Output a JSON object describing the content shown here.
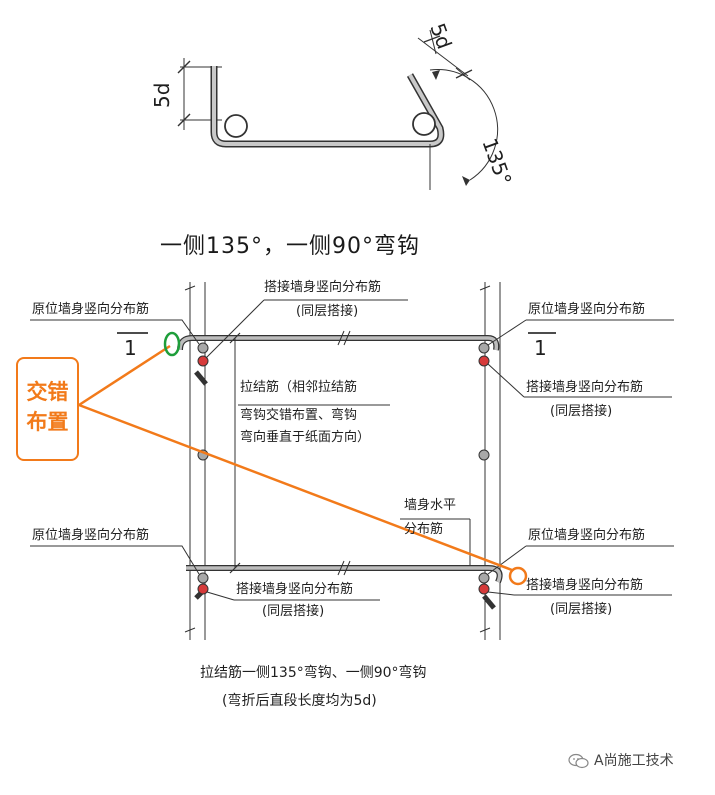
{
  "top_detail": {
    "dim_left": "5d",
    "dim_right": "5d",
    "angle": "135°",
    "title": "一侧135°，一侧90°弯钩"
  },
  "labels": {
    "left_top_original": "原位墙身竖向分布筋",
    "left_bottom_original": "原位墙身竖向分布筋",
    "right_top_original": "原位墙身竖向分布筋",
    "right_bottom_original": "原位墙身竖向分布筋",
    "lap_top_line1": "搭接墙身竖向分布筋",
    "lap_top_line2": "(同层搭接)",
    "lap_right_line1": "搭接墙身竖向分布筋",
    "lap_right_line2": "(同层搭接)",
    "lap_bottom_line1": "搭接墙身竖向分布筋",
    "lap_bottom_line2": "(同层搭接)",
    "lap_bottom_right_line1": "搭接墙身竖向分布筋",
    "lap_bottom_right_line2": "(同层搭接)",
    "tie_line1": "拉结筋（相邻拉结筋",
    "tie_line2": "弯钩交错布置、弯钩",
    "tie_line3": "弯向垂直于纸面方向）",
    "horiz_line1": "墙身水平",
    "horiz_line2": "分布筋",
    "section_left": "1",
    "section_right": "1"
  },
  "callout": {
    "text_line1": "交错",
    "text_line2": "布置",
    "color": "#f27a1a",
    "marker_top_color": "#1e9e3a",
    "marker_bottom_color": "#f27a1a"
  },
  "caption": {
    "line1": "拉结筋一侧135°弯钩、一侧90°弯钩",
    "line2": "(弯折后直段长度均为5d)"
  },
  "watermark": {
    "text": "A尚施工技术",
    "icon": "wechat-icon"
  },
  "colors": {
    "bar_fill": "#a8a8a8",
    "lap_bar_fill": "#d63a3a",
    "line": "#333333"
  }
}
